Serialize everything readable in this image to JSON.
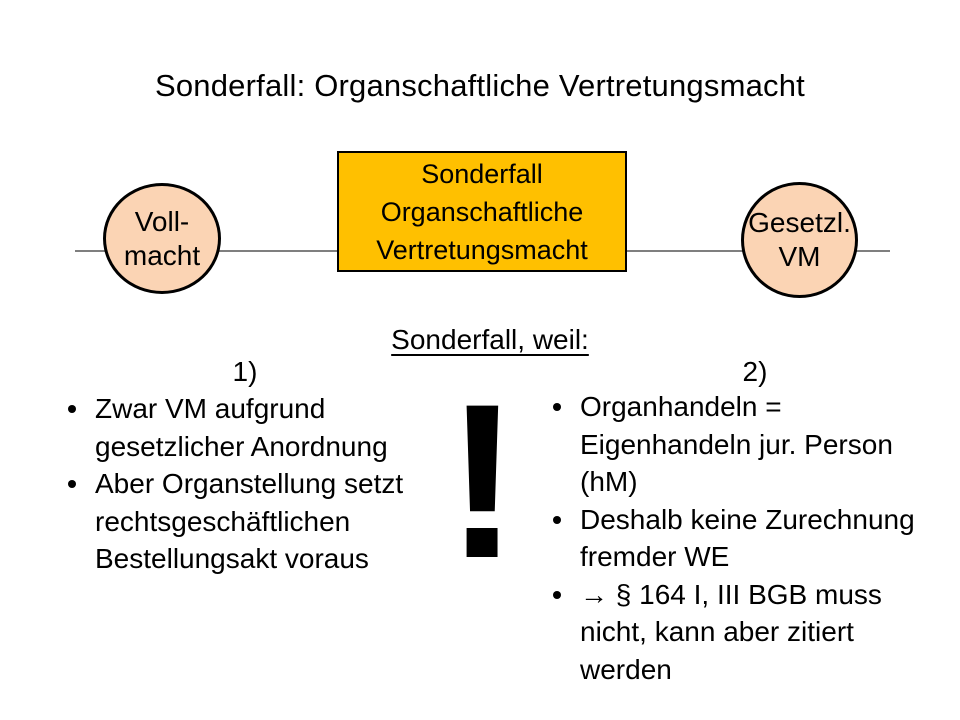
{
  "slide": {
    "title": "Sonderfall: Organschaftliche Vertretungsmacht"
  },
  "diagram": {
    "left_node": {
      "lines": [
        "Voll-",
        "macht"
      ]
    },
    "center_node": {
      "lines": [
        "Sonderfall",
        "Organschaftliche",
        "Vertretungsmacht"
      ]
    },
    "right_node": {
      "lines": [
        "Gesetzl.",
        "VM"
      ]
    },
    "colors": {
      "node_fill": "#FBD4B4",
      "center_fill": "#FFC000",
      "outline": "#000000",
      "spectrum_line": "#7F7F7F"
    }
  },
  "body": {
    "heading": "Sonderfall, weil:",
    "exclamation": "!",
    "left_column": {
      "label": "1)",
      "bullets": [
        "Zwar VM aufgrund gesetzlicher Anordnung",
        "Aber Organstellung setzt rechtsgeschäftlichen Bestellungsakt voraus"
      ]
    },
    "right_column": {
      "label": "2)",
      "bullets": [
        "Organhandeln = Eigenhandeln jur. Person (hM)",
        "Deshalb keine Zurechnung fremder WE",
        "→ § 164 I, III BGB muss nicht, kann aber zitiert werden"
      ]
    }
  }
}
